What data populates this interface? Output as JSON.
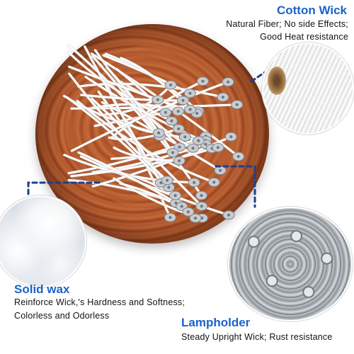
{
  "colors": {
    "accent": "#1a63c9",
    "text": "#111111",
    "wood": "#b45a2c",
    "wick": "#ffffff",
    "metal": "#b9bfc4"
  },
  "callouts": {
    "cotton": {
      "title": "Cotton Wick",
      "line1": "Natural Fiber; No side Effects;",
      "line2": "Good Heat resistance"
    },
    "wax": {
      "title": "Solid wax",
      "line1": "Reinforce Wick,'s Hardness and Softness;",
      "line2": "Colorless and Odorless"
    },
    "lamp": {
      "title": "Lampholder",
      "line1": "Steady Upright Wick; Rust resistance"
    }
  }
}
